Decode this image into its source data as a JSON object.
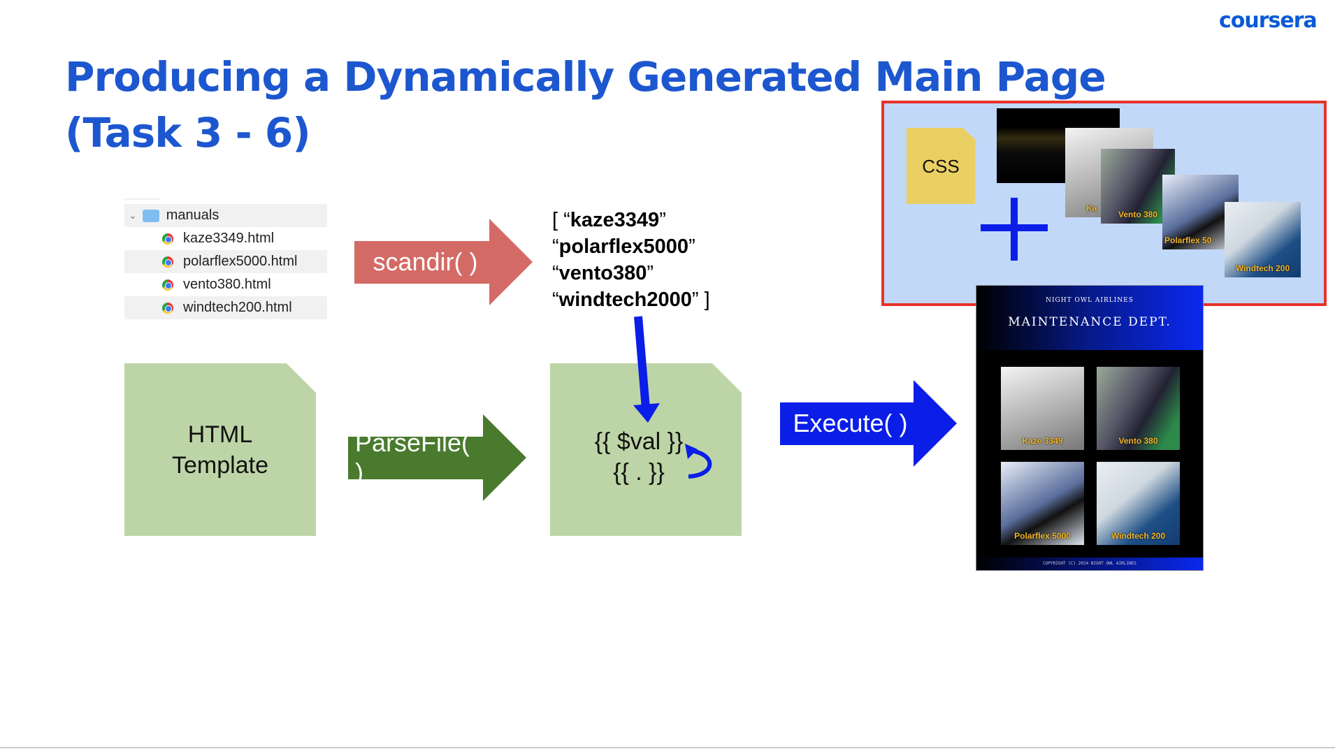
{
  "slide": {
    "title_line1": "Producing a Dynamically Generated Main Page",
    "title_line2": "(Task 3 - 6)",
    "logo": "coursera"
  },
  "file_tree": {
    "folder": "manuals",
    "files": [
      "kaze3349.html",
      "polarflex5000.html",
      "vento380.html",
      "windtech200.html"
    ]
  },
  "functions": {
    "scandir": "scandir( )",
    "parsefile": "ParseFile( )",
    "execute": "Execute( )"
  },
  "scan_result": {
    "open": "[ “",
    "items": [
      "kaze3349",
      "polarflex5000",
      "vento380",
      "windtech2000"
    ],
    "q_open": "“",
    "q_close": "”",
    "close": " ]"
  },
  "template_doc": {
    "line1": "HTML",
    "line2": "Template"
  },
  "parsed_doc": {
    "line1": "{{ $val }}",
    "line2": "{{ . }}"
  },
  "assets": {
    "css_label": "CSS",
    "image_labels": [
      "Ka",
      "Vento 380",
      "Polarflex 50",
      "Windtech 200"
    ]
  },
  "result_page": {
    "airline": "NIGHT OWL AIRLINES",
    "heading": "MAINTENANCE DEPT.",
    "cards": [
      "Kaze 3349",
      "Vento 380",
      "Polarflex 5000",
      "Windtech 200"
    ],
    "footer": "COPYRIGHT (C) 2024 NIGHT OWL AIRLINES"
  },
  "colors": {
    "title": "#1d57cf",
    "scandir": "#d46a66",
    "parsefile": "#4a7a2e",
    "execute": "#0a1ee8",
    "template": "#bdd5a6",
    "highlight_border": "#e8322a",
    "highlight_fill": "#c2d8f8",
    "css": "#eacf62"
  }
}
